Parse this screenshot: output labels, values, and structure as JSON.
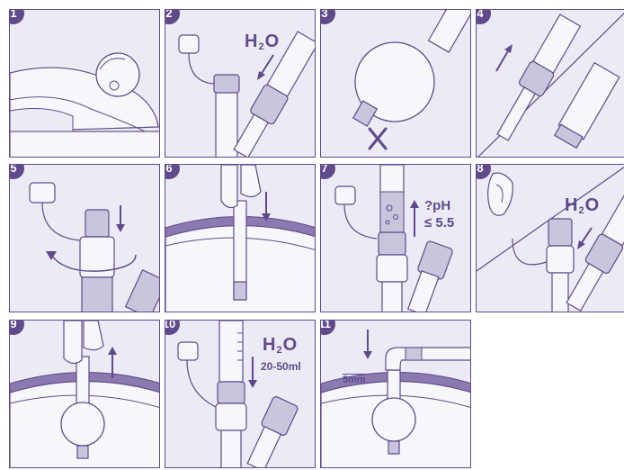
{
  "figure": {
    "panels": [
      {
        "number": "1",
        "labels": []
      },
      {
        "number": "2",
        "labels": [
          {
            "text_main": "H",
            "text_sub": "2",
            "text_end": "O"
          }
        ]
      },
      {
        "number": "3",
        "labels": []
      },
      {
        "number": "4",
        "labels": []
      },
      {
        "number": "5",
        "labels": []
      },
      {
        "number": "6",
        "labels": []
      },
      {
        "number": "7",
        "labels": [
          {
            "line1": "?pH",
            "line2": "≤ 5.5"
          }
        ]
      },
      {
        "number": "8",
        "labels": [
          {
            "text_main": "H",
            "text_sub": "2",
            "text_end": "O"
          }
        ]
      },
      {
        "number": "9",
        "labels": []
      },
      {
        "number": "10",
        "labels": [
          {
            "text_main": "H",
            "text_sub": "2",
            "text_end": "O"
          },
          {
            "amount": "20-50ml"
          }
        ]
      },
      {
        "number": "11",
        "labels": [
          {
            "unit": "5mm"
          }
        ]
      }
    ],
    "colors": {
      "outline": "#5f4a8b",
      "panel_bg": "#ecebf5",
      "light": "#f7f7fb",
      "shade": "#c9c5dc",
      "skin_band": "#8a7ab0"
    }
  }
}
